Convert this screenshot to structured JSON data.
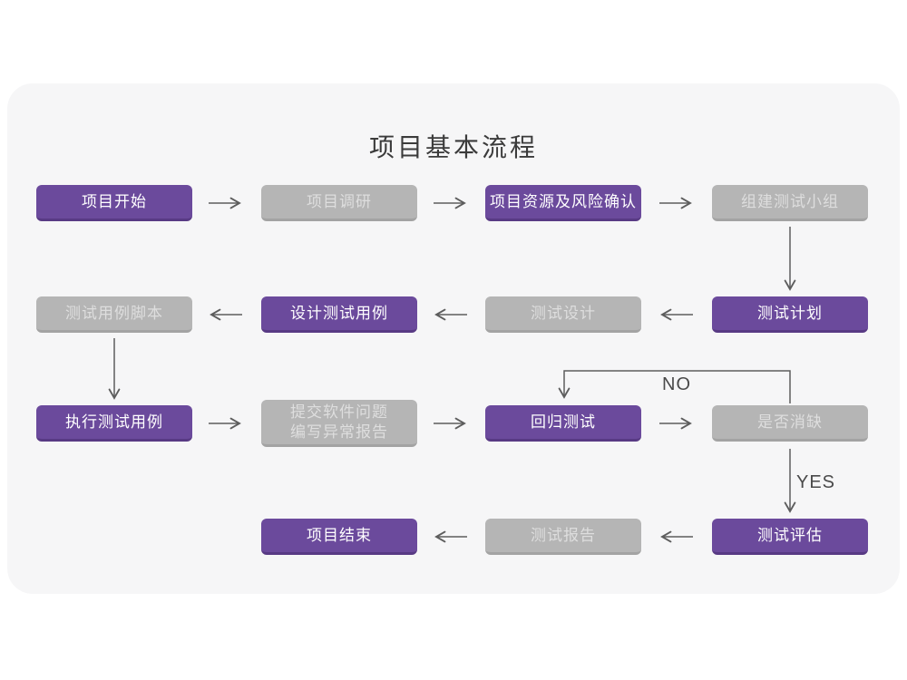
{
  "title": "项目基本流程",
  "decision_labels": {
    "no": "NO",
    "yes": "YES"
  },
  "colors": {
    "node_purple": "#6b4a9c",
    "node_purple_dark": "#583a84",
    "node_gray": "#b5b5b5",
    "node_gray_dark": "#a3a3a3",
    "node_gray_text": "#dedede",
    "node_purple_text": "#ffffff",
    "arrow": "#5d5d5d",
    "card_bg": "#f6f6f7",
    "title_text": "#3b3b3b"
  },
  "nodes": {
    "project_start": {
      "label": "项目开始",
      "variant": "purple"
    },
    "project_research": {
      "label": "项目调研",
      "variant": "gray"
    },
    "resources_risk_confirm": {
      "label": "项目资源及风险确认",
      "variant": "purple"
    },
    "form_test_team": {
      "label": "组建测试小组",
      "variant": "gray"
    },
    "test_case_script": {
      "label": "测试用例脚本",
      "variant": "gray"
    },
    "design_test_case": {
      "label": "设计测试用例",
      "variant": "purple"
    },
    "test_design": {
      "label": "测试设计",
      "variant": "gray"
    },
    "test_plan": {
      "label": "测试计划",
      "variant": "purple"
    },
    "execute_test_case": {
      "label": "执行测试用例",
      "variant": "purple"
    },
    "submit_issue_report": {
      "label": "提交软件问题\n编写异常报告",
      "variant": "gray"
    },
    "regression_test": {
      "label": "回归测试",
      "variant": "purple"
    },
    "defect_cleared": {
      "label": "是否消缺",
      "variant": "gray"
    },
    "project_end": {
      "label": "项目结束",
      "variant": "purple"
    },
    "test_report": {
      "label": "测试报告",
      "variant": "gray"
    },
    "test_evaluation": {
      "label": "测试评估",
      "variant": "purple"
    }
  }
}
